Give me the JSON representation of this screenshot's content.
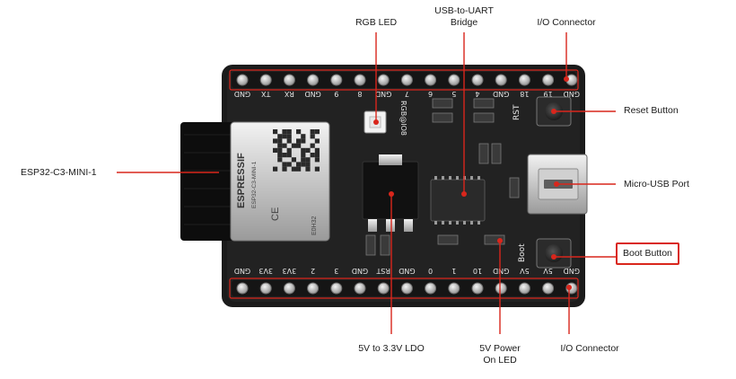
{
  "board": {
    "module_brand": "ESPRESSIF",
    "module_model": "ESP32-C3-MINI-1",
    "chip_mark": "E0H32",
    "rgb_silk": "RGB@IO8",
    "rst_silk": "RST",
    "boot_silk": "Boot",
    "top_pins": [
      "GND",
      "TX",
      "RX",
      "GND",
      "9",
      "8",
      "GND",
      "7",
      "6",
      "5",
      "4",
      "GND",
      "18",
      "19",
      "GND"
    ],
    "bottom_pins": [
      "GND",
      "3V3",
      "3V3",
      "2",
      "3",
      "GND",
      "RST",
      "GND",
      "0",
      "1",
      "10",
      "GND",
      "5V",
      "5V",
      "GND"
    ]
  },
  "callouts": {
    "rgb_led": "RGB LED",
    "usb_uart_line1": "USB-to-UART",
    "usb_uart_line2": "Bridge",
    "io_top": "I/O Connector",
    "reset_button": "Reset Button",
    "esp_module": "ESP32-C3-MINI-1",
    "micro_usb": "Micro-USB Port",
    "boot_button": "Boot Button",
    "ldo": "5V to 3.3V LDO",
    "power_led_line1": "5V Power",
    "power_led_line2": "On LED",
    "io_bottom": "I/O Connector"
  },
  "colors": {
    "pcb": "#1a1a1a",
    "callout_line": "#d9261c",
    "pin": "#bdbdbd",
    "highlight_box": "#d9261c"
  }
}
